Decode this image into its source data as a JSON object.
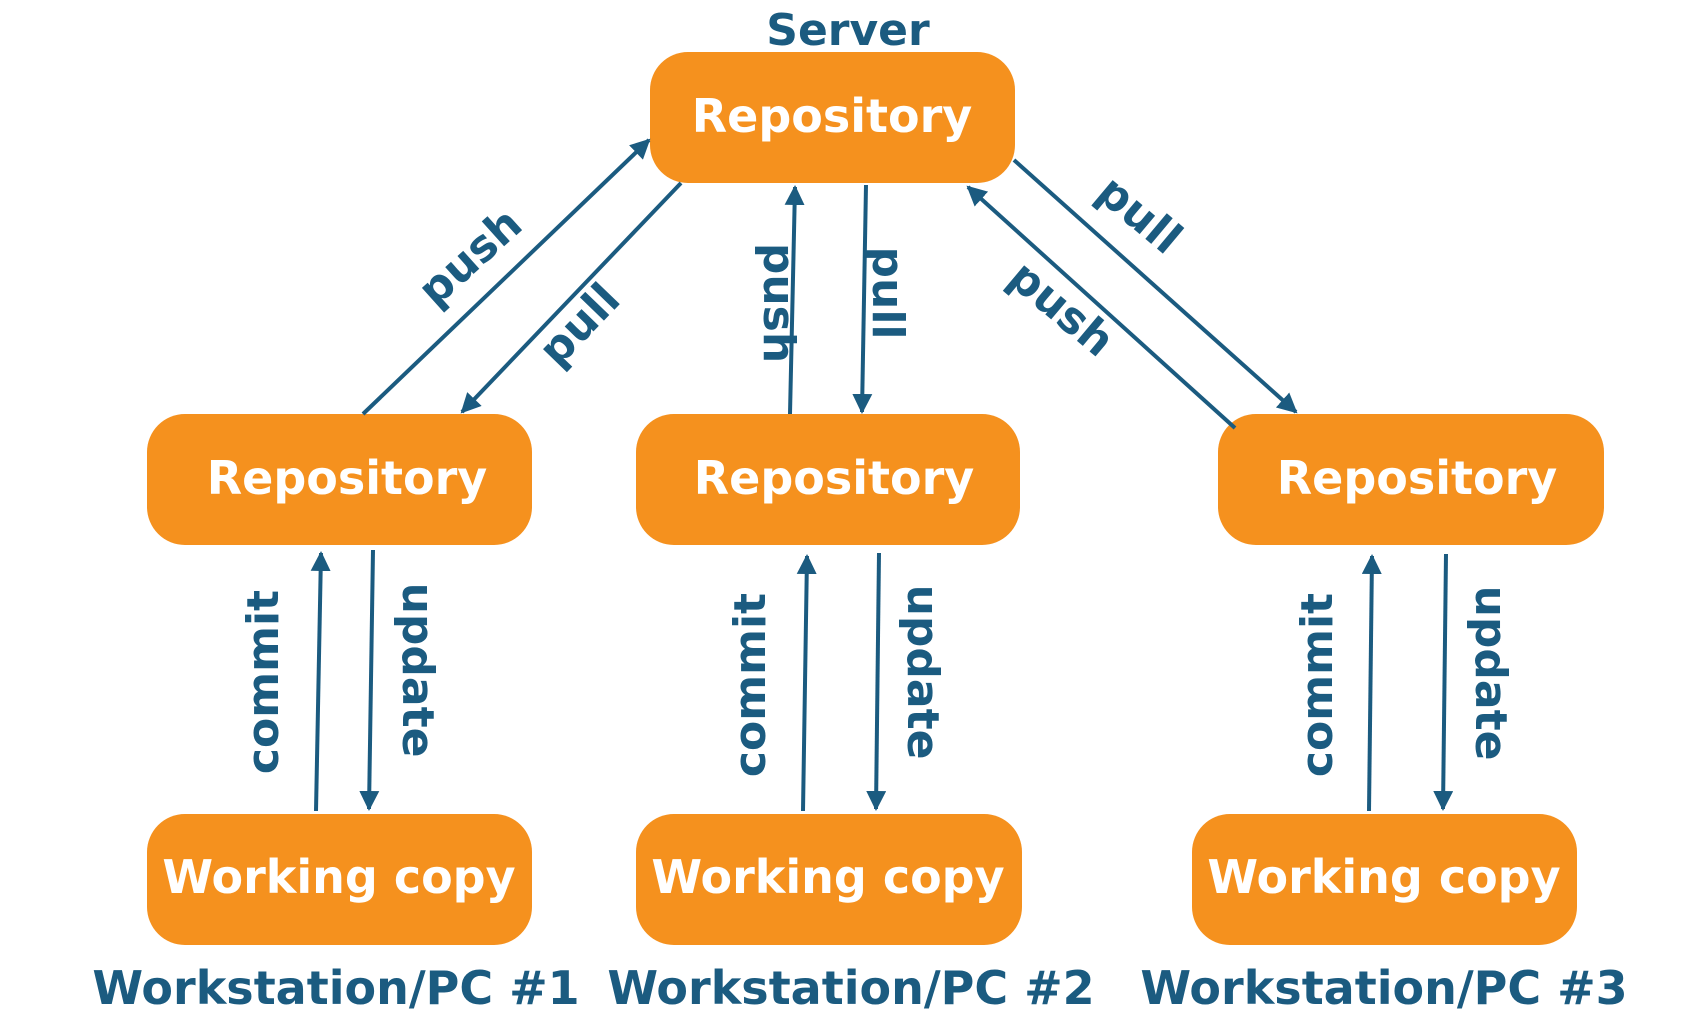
{
  "colors": {
    "node_fill": "#f5911e",
    "node_text": "#ffffff",
    "accent": "#1b5b80",
    "background": "#ffffff"
  },
  "server": {
    "title": "Server",
    "repository_label": "Repository"
  },
  "workstations": [
    {
      "label": "Workstation/PC #1",
      "repository_label": "Repository",
      "working_copy_label": "Working copy",
      "push_label": "push",
      "pull_label": "pull",
      "commit_label": "commit",
      "update_label": "update"
    },
    {
      "label": "Workstation/PC #2",
      "repository_label": "Repository",
      "working_copy_label": "Working copy",
      "push_label": "push",
      "pull_label": "pull",
      "commit_label": "commit",
      "update_label": "update"
    },
    {
      "label": "Workstation/PC #3",
      "repository_label": "Repository",
      "working_copy_label": "Working copy",
      "push_label": "push",
      "pull_label": "pull",
      "commit_label": "commit",
      "update_label": "update"
    }
  ]
}
